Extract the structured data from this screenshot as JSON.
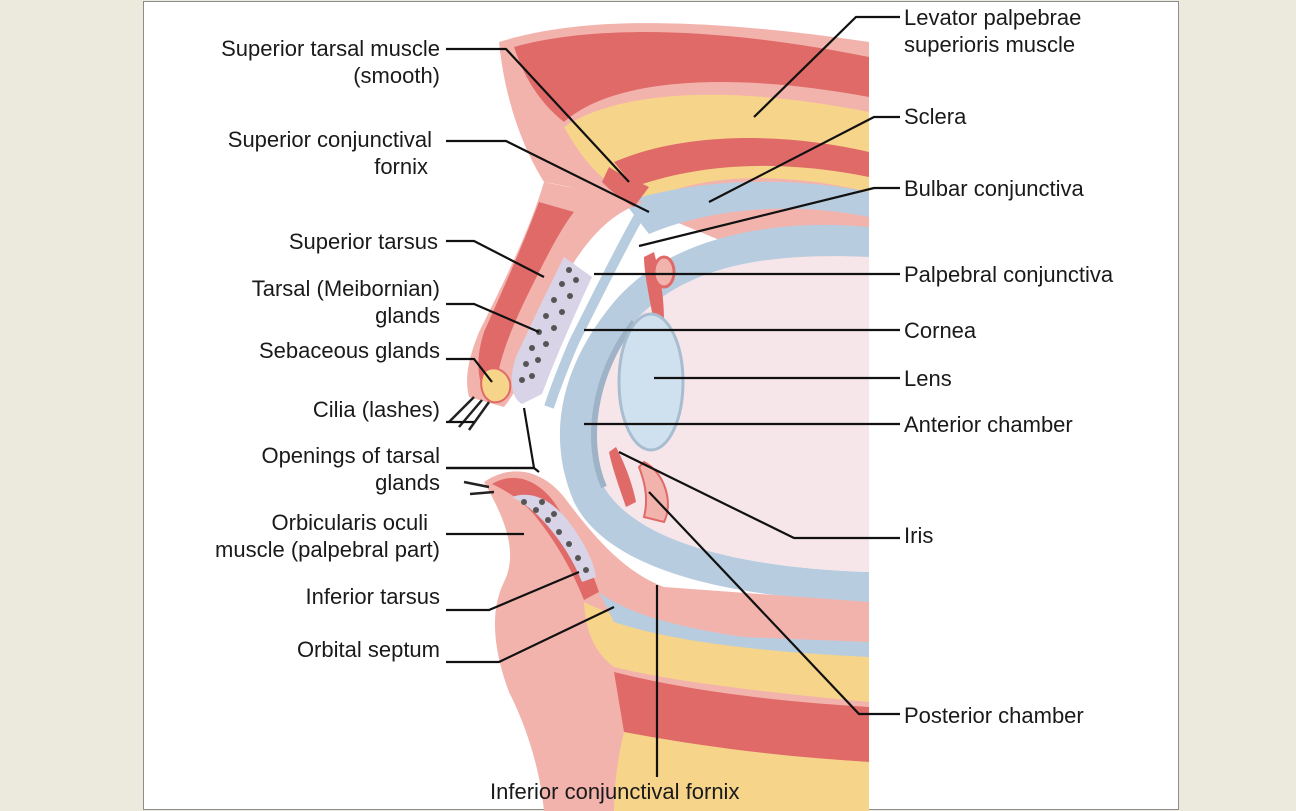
{
  "colors": {
    "page_background": "#ece9dd",
    "panel_background": "#ffffff",
    "muscle_red": "#e06a68",
    "skin_pink": "#f3b3ad",
    "fat_yellow": "#f6d48a",
    "membrane_blue": "#b8ccdf",
    "chamber_pale": "#f6e6ea",
    "lens_blue": "#cfe0ee",
    "leader_line": "#111111"
  },
  "labels_left": {
    "superior_tarsal_muscle": [
      "Superior tarsal muscle",
      "(smooth)"
    ],
    "superior_conjunctival_fornix": [
      "Superior conjunctival",
      "fornix"
    ],
    "superior_tarsus": "Superior tarsus",
    "tarsal_glands": [
      "Tarsal (Meibornian)",
      "glands"
    ],
    "sebaceous_glands": "Sebaceous glands",
    "cilia": "Cilia (lashes)",
    "openings_tarsal_glands": [
      "Openings of tarsal",
      "glands"
    ],
    "orbicularis_oculi": [
      "Orbicularis oculi",
      "muscle (palpebral part)"
    ],
    "inferior_tarsus": "Inferior tarsus",
    "orbital_septum": "Orbital septum"
  },
  "labels_right": {
    "levator": [
      "Levator palpebrae",
      "superioris muscle"
    ],
    "sclera": "Sclera",
    "bulbar_conjunctiva": "Bulbar conjunctiva",
    "palpebral_conjunctiva": "Palpebral conjunctiva",
    "cornea": "Cornea",
    "lens": "Lens",
    "anterior_chamber": "Anterior chamber",
    "iris": "Iris",
    "posterior_chamber": "Posterior chamber"
  },
  "labels_bottom": {
    "inferior_conjunctival_fornix": "Inferior conjunctival fornix"
  }
}
